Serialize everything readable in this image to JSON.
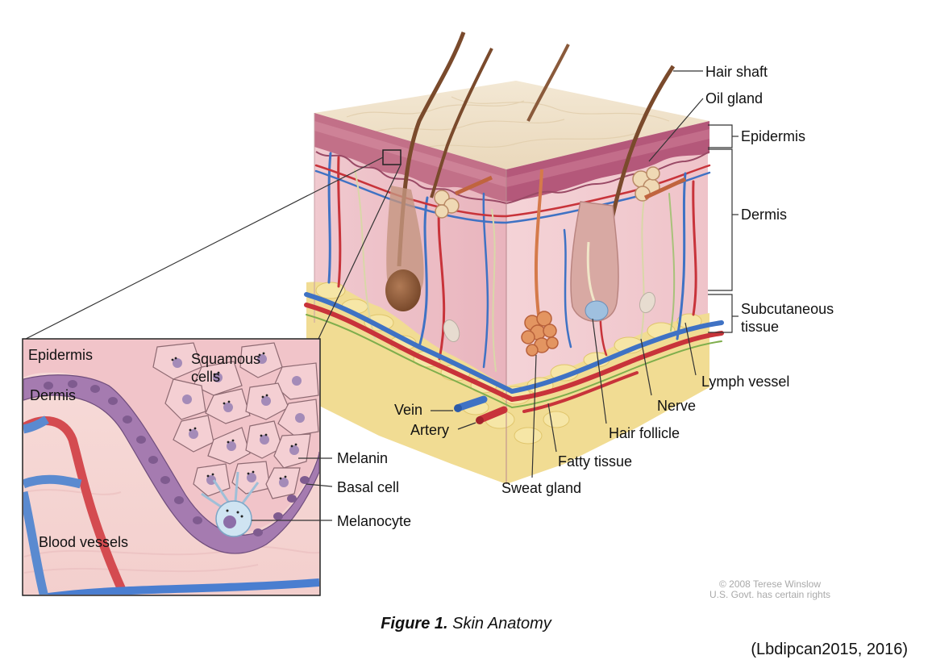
{
  "labels": {
    "hair_shaft": "Hair shaft",
    "oil_gland": "Oil gland",
    "epidermis": "Epidermis",
    "dermis": "Dermis",
    "subcutaneous_line1": "Subcutaneous",
    "subcutaneous_line2": "tissue",
    "lymph_vessel": "Lymph vessel",
    "nerve": "Nerve",
    "hair_follicle": "Hair follicle",
    "fatty_tissue": "Fatty tissue",
    "sweat_gland": "Sweat gland",
    "vein": "Vein",
    "artery": "Artery"
  },
  "inset": {
    "epidermis": "Epidermis",
    "dermis": "Dermis",
    "squamous_line1": "Squamous",
    "squamous_line2": "cells",
    "blood_vessels": "Blood vessels",
    "melanin": "Melanin",
    "basal_cell": "Basal cell",
    "melanocyte": "Melanocyte"
  },
  "copyright": {
    "line1": "© 2008 Terese Winslow",
    "line2": "U.S. Govt. has certain rights"
  },
  "caption": {
    "figure": "Figure 1.",
    "title": "Skin Anatomy"
  },
  "citation": "(Lbdipcan2015, 2016)",
  "colors": {
    "skin_surface": "#efe1c9",
    "epidermis_band": "#b9667e",
    "dermis": "#f2cdd2",
    "fat": "#f3dc86",
    "artery": "#c8333a",
    "vein": "#3f72c4",
    "hair": "#8a5a3b"
  }
}
